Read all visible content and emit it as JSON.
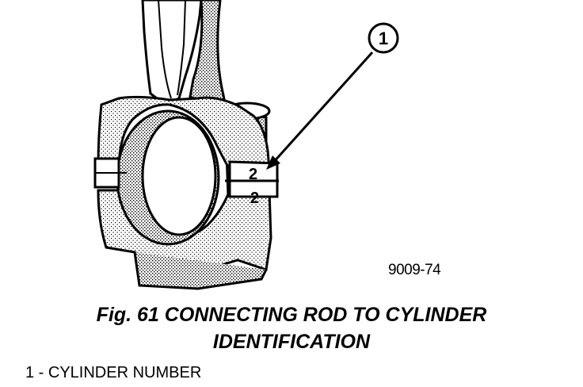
{
  "figure": {
    "callout_number": "1",
    "mark_upper": "2",
    "mark_lower": "2",
    "reference_code": "9009-74"
  },
  "caption": {
    "line1": "Fig. 61 CONNECTING ROD TO CYLINDER",
    "line2": "IDENTIFICATION"
  },
  "legend": {
    "item1": "1 - CYLINDER NUMBER"
  },
  "colors": {
    "ink": "#000000",
    "stipple": "#777777",
    "background": "#ffffff"
  }
}
